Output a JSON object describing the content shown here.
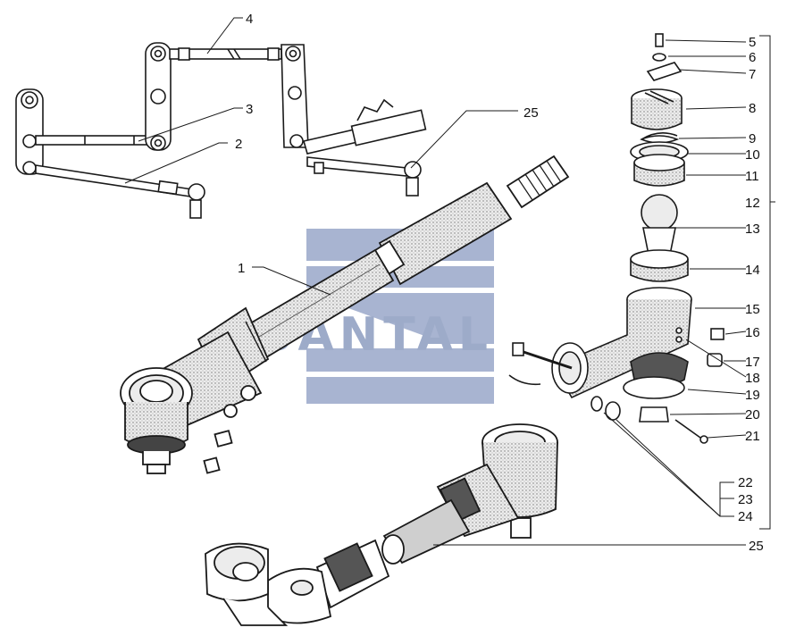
{
  "watermark": {
    "text": "SANTAL",
    "color": "#7d8fb8"
  },
  "colors": {
    "ink": "#1a1a1a",
    "paper": "#ffffff",
    "part_fill": "#e9e9e9",
    "shade": "#b8b8b8"
  },
  "callouts": [
    {
      "num": "1"
    },
    {
      "num": "2"
    },
    {
      "num": "3"
    },
    {
      "num": "4"
    },
    {
      "num": "5"
    },
    {
      "num": "6"
    },
    {
      "num": "7"
    },
    {
      "num": "8"
    },
    {
      "num": "9"
    },
    {
      "num": "10"
    },
    {
      "num": "11"
    },
    {
      "num": "12"
    },
    {
      "num": "13"
    },
    {
      "num": "14"
    },
    {
      "num": "15"
    },
    {
      "num": "16"
    },
    {
      "num": "17"
    },
    {
      "num": "18"
    },
    {
      "num": "19"
    },
    {
      "num": "20"
    },
    {
      "num": "21"
    },
    {
      "num": "22"
    },
    {
      "num": "23"
    },
    {
      "num": "24"
    },
    {
      "num": "25"
    },
    {
      "num": "25"
    }
  ]
}
